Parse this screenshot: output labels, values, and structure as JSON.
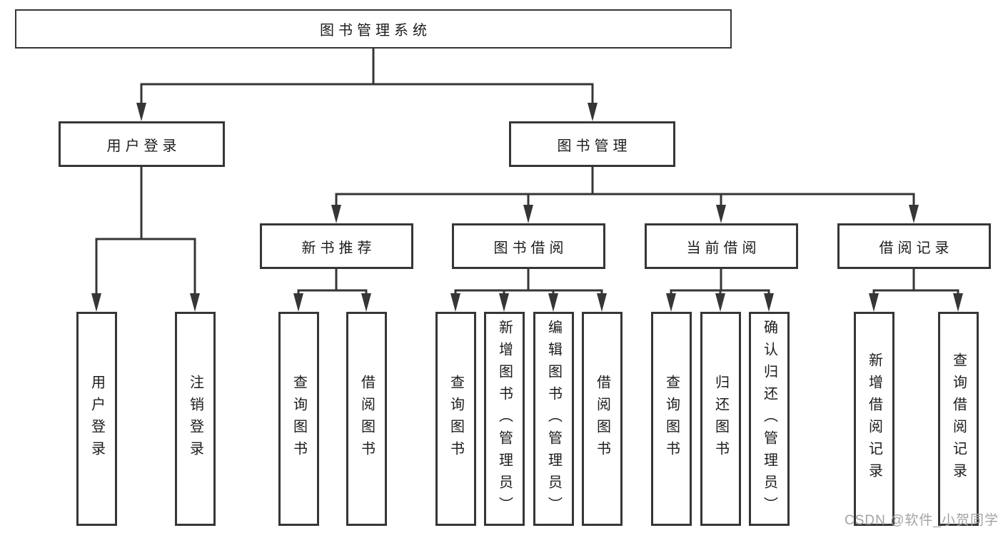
{
  "tree": {
    "label": "图书管理系统",
    "children": [
      {
        "label": "用户登录",
        "children": [
          {
            "label": "用户登录"
          },
          {
            "label": "注销登录"
          }
        ]
      },
      {
        "label": "图书管理",
        "children": [
          {
            "label": "新书推荐",
            "children": [
              {
                "label": "查询图书"
              },
              {
                "label": "借阅图书"
              }
            ]
          },
          {
            "label": "图书借阅",
            "children": [
              {
                "label": "查询图书"
              },
              {
                "label": "新增图书（管理员）"
              },
              {
                "label": "编辑图书（管理员）"
              },
              {
                "label": "借阅图书"
              }
            ]
          },
          {
            "label": "当前借阅",
            "children": [
              {
                "label": "查询图书"
              },
              {
                "label": "归还图书"
              },
              {
                "label": "确认归还（管理员）"
              }
            ]
          },
          {
            "label": "借阅记录",
            "children": [
              {
                "label": "新增借阅记录"
              },
              {
                "label": "查询借阅记录"
              }
            ]
          }
        ]
      }
    ]
  },
  "watermark": "CSDN @软件_小贺同学",
  "colors": {
    "line": "#363636",
    "text": "#1c1c1c",
    "watermark": "#a5a2a2",
    "background": "#ffffff"
  }
}
